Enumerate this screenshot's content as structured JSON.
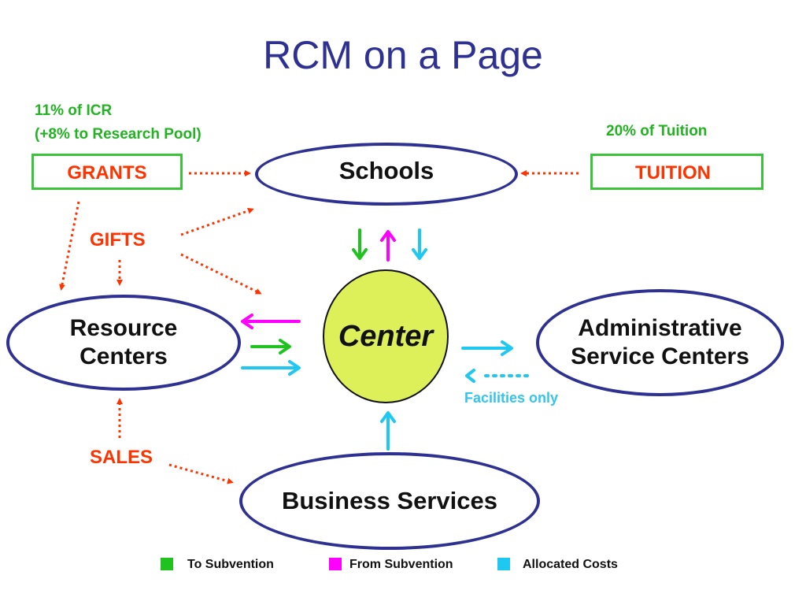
{
  "title": "RCM on a Page",
  "notes": {
    "icr_line1": "11% of ICR",
    "icr_line2": "(+8% to Research Pool)",
    "tuition_pct": "20% of Tuition",
    "facilities": "Facilities only"
  },
  "sources": {
    "grants": "GRANTS",
    "tuition": "TUITION",
    "gifts": "GIFTS",
    "sales": "SALES"
  },
  "nodes": {
    "schools": "Schools",
    "center": "Center",
    "resource_line1": "Resource",
    "resource_line2": "Centers",
    "admin_line1": "Administrative",
    "admin_line2": "Service Centers",
    "business": "Business Services"
  },
  "legend": [
    {
      "label": "To Subvention",
      "color": "#1fc21f"
    },
    {
      "label": "From Subvention",
      "color": "#ff00ff"
    },
    {
      "label": "Allocated Costs",
      "color": "#1ec8f0"
    }
  ],
  "colors": {
    "to_subvention": "#1fc21f",
    "from_subvention": "#ff00ff",
    "allocated_costs": "#1ec8f0",
    "revenue_flow": "#ff3300",
    "node_border": "#2e3192",
    "center_fill": "#ddf05a",
    "note_green": "#22b222"
  }
}
